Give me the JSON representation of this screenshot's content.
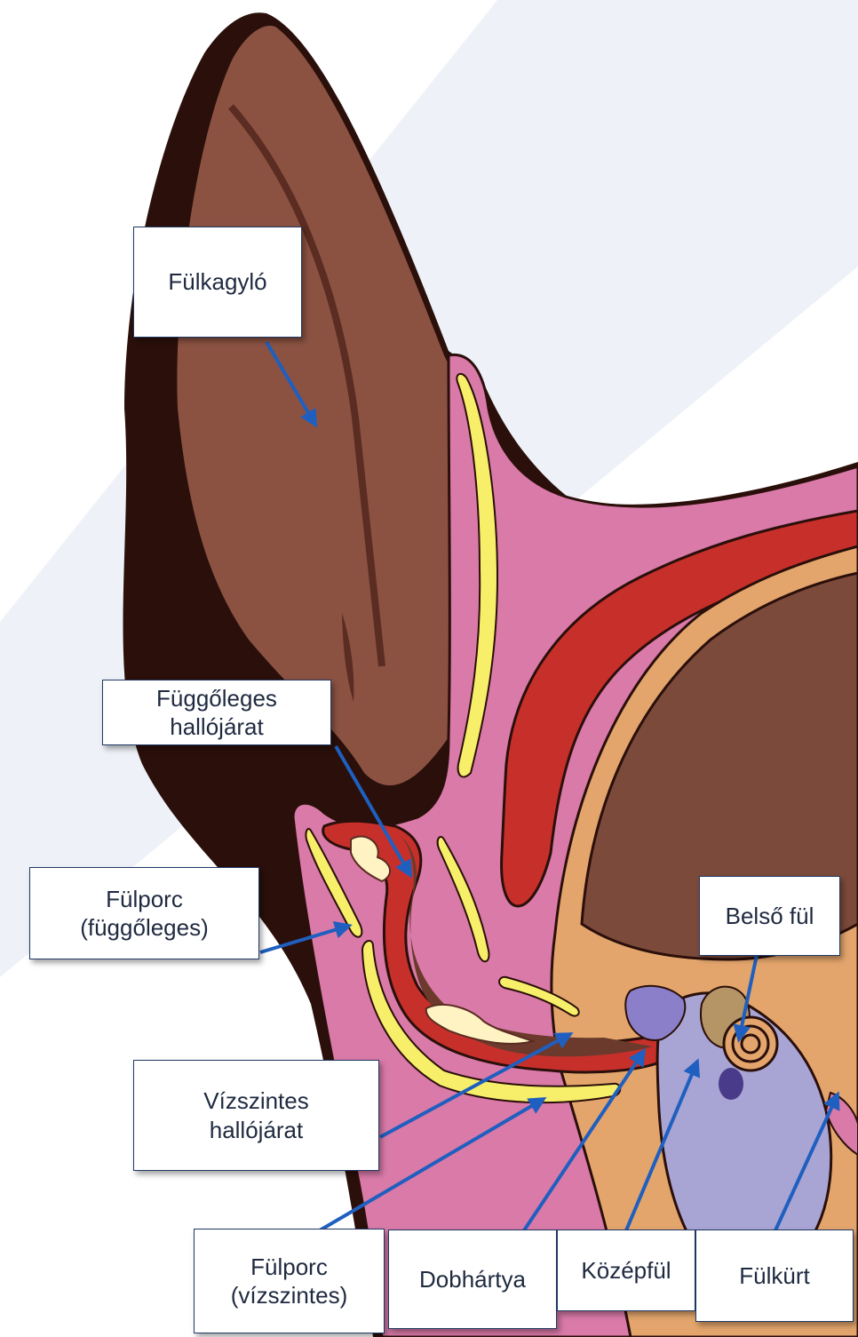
{
  "labels": {
    "pinna": "Fülkagyló",
    "vertical_canal": "Függőleges\nhallójárat",
    "cartilage_vertical": "Fülporc\n(függőleges)",
    "horizontal_canal": "Vízszintes\nhallójárat",
    "cartilage_horizontal": "Fülporc\n(vízszintes)",
    "eardrum": "Dobhártya",
    "middle_ear": "Középfül",
    "eustachian_tube": "Fülkürt",
    "inner_ear": "Belső fül"
  },
  "colors": {
    "background": "#ffffff",
    "background_stripe": "#e9eef6",
    "skin": "#8b5242",
    "skin_dark": "#5a2c22",
    "outline": "#2a0f0a",
    "tissue_pink": "#d97aa8",
    "cartilage_yellow": "#f7ef6a",
    "canal_red": "#c7302a",
    "bone_tan": "#e3a56c",
    "brain_brown": "#7c4a3a",
    "middle_ear_lavender": "#a8a4d4",
    "inner_ear_dark": "#8a7fc8",
    "arrow_blue": "#1f5fbf",
    "corner_blue": "#2f6fd6"
  }
}
